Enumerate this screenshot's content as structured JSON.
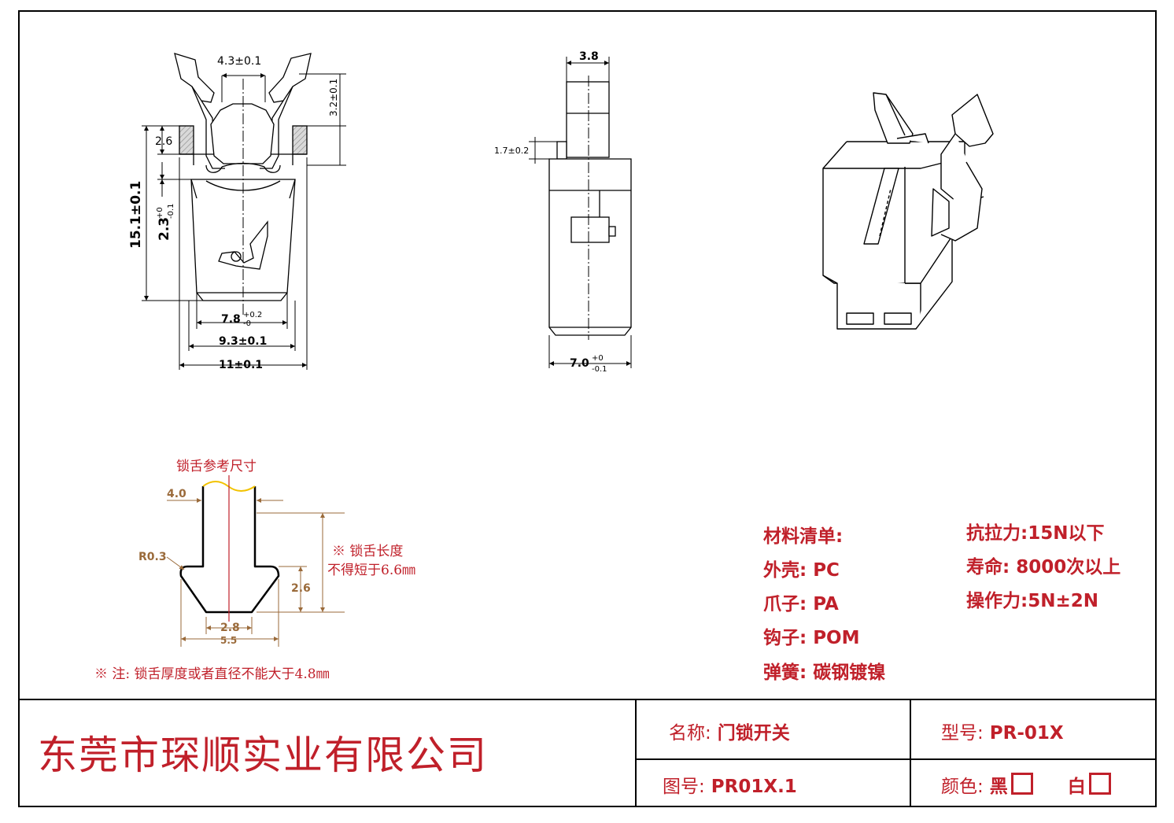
{
  "front_view": {
    "dim_top_width": "4.3±0.1",
    "dim_right_height": "3.2±0.1",
    "dim_flange": "2.6",
    "dim_total_height": "15.1±0.1",
    "dim_inner_height_base": "2.3",
    "dim_inner_height_tol_up": "+0",
    "dim_inner_height_tol_down": "-0.1",
    "dim_bottom_inner_base": "7.8",
    "dim_bottom_inner_tol_up": "+0.2",
    "dim_bottom_inner_tol_down": "-0",
    "dim_body_width": "9.3±0.1",
    "dim_overall_width": "11±0.1"
  },
  "side_view": {
    "dim_plunger_width": "3.8",
    "dim_step_height": "1.7±0.2",
    "dim_width_base": "7.0",
    "dim_width_tol_up": "+0",
    "dim_width_tol_down": "-0.1"
  },
  "tongue": {
    "title": "锁舌参考尺寸",
    "dim_top": "4.0",
    "dim_radius": "R0.3",
    "note_length_1": "※ 锁舌长度",
    "note_length_2": "不得短于6.6㎜",
    "dim_height": "2.6",
    "dim_bottom_inner": "2.8",
    "dim_bottom_outer": "5.5",
    "note_thickness": "※ 注: 锁舌厚度或者直径不能大于4.8㎜"
  },
  "materials": {
    "title": "材料清单:",
    "items": [
      "外壳:  PC",
      "爪子:  PA",
      "钩子:  POM",
      "弹簧:  碳钢镀镍"
    ]
  },
  "specs": {
    "items": [
      "抗拉力:15N以下",
      "寿命:  8000次以上",
      "操作力:5N±2N"
    ]
  },
  "title_block": {
    "company": "东莞市琛顺实业有限公司",
    "name_label": "名称:",
    "name_value": "门锁开关",
    "model_label": "型号:",
    "model_value": "PR-01X",
    "drawing_label": "图号:",
    "drawing_value": "PR01X.1",
    "color_label": "颜色:",
    "color_black": "黑",
    "color_white": "白"
  },
  "colors": {
    "accent_red": "#c0202a",
    "dimension_tan": "#9a6a3a",
    "hatch_gray": "#bdbdbd"
  }
}
